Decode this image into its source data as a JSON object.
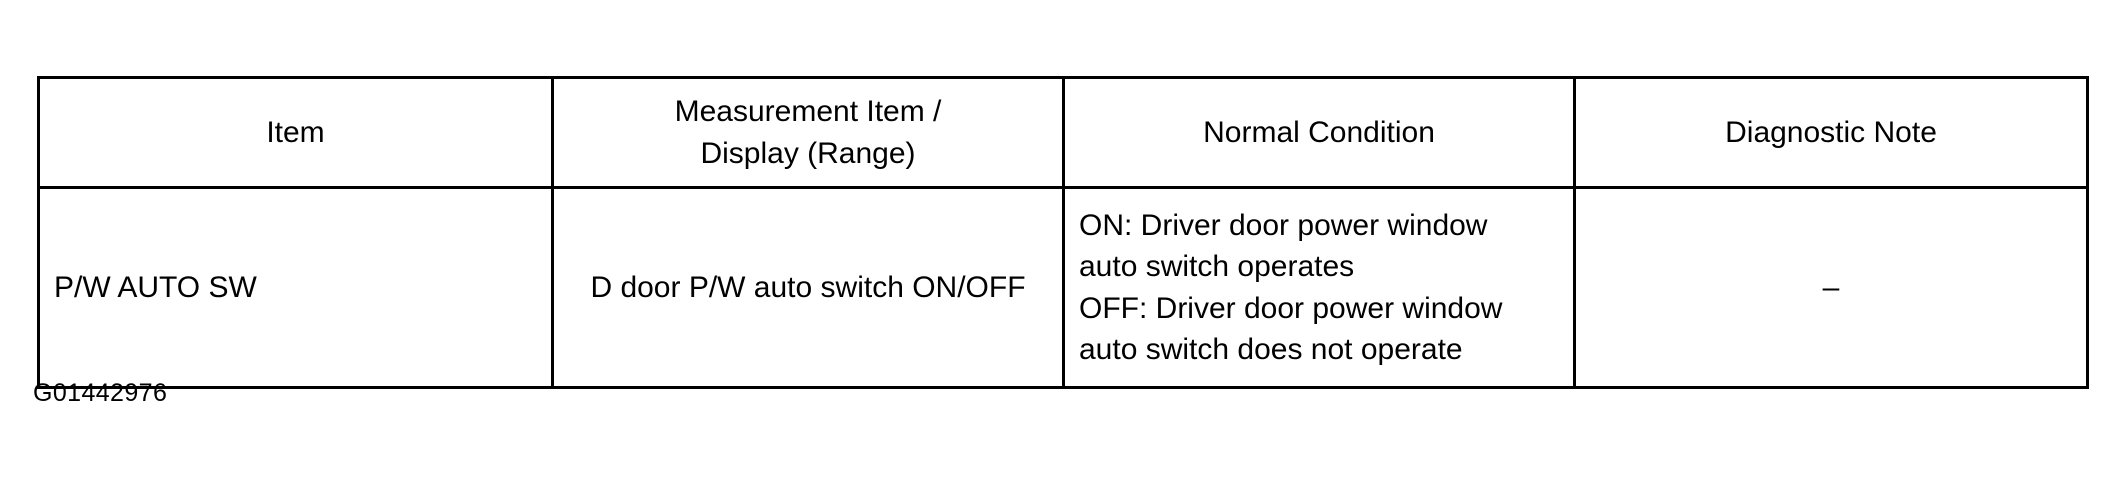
{
  "document": {
    "type": "service-manual-data-list-table",
    "figure_id": "G01442976",
    "background_color": "#ffffff",
    "line_color": "#000000",
    "text_color": "#000000"
  },
  "table": {
    "columns": [
      {
        "key": "item",
        "header_lines": [
          "Item"
        ],
        "align": "center"
      },
      {
        "key": "measurement",
        "header_lines": [
          "Measurement Item /",
          "Display (Range)"
        ],
        "align": "center"
      },
      {
        "key": "normal_condition",
        "header_lines": [
          "Normal Condition"
        ],
        "align": "center"
      },
      {
        "key": "diagnostic_note",
        "header_lines": [
          "Diagnostic Note"
        ],
        "align": "center"
      }
    ],
    "header": {
      "item": "Item",
      "measurement_line1": "Measurement Item /",
      "measurement_line2": "Display (Range)",
      "normal_condition": "Normal Condition",
      "diagnostic_note": "Diagnostic Note"
    },
    "rows": [
      {
        "item": "P/W AUTO SW",
        "measurement": "D door P/W auto switch ON/OFF",
        "normal_condition_lines": [
          "ON: Driver door power window",
          "auto switch operates",
          "OFF: Driver door power window",
          "auto switch does not operate"
        ],
        "diagnostic_note": "–"
      }
    ]
  }
}
